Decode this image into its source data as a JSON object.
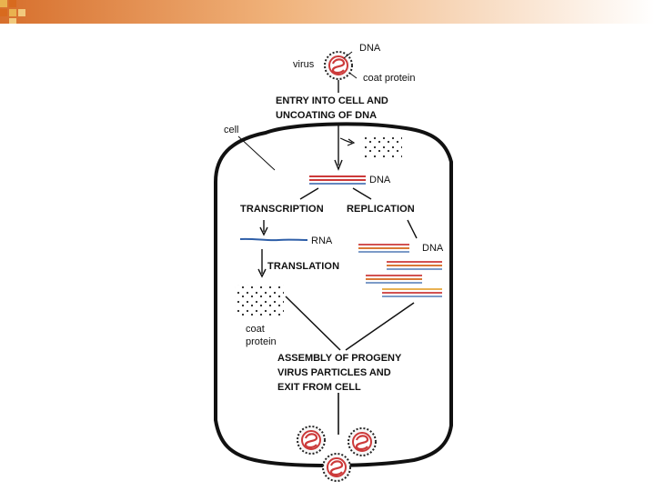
{
  "slide": {
    "accent_colors": {
      "orange": "#d4651a",
      "gold": "#e6a63a",
      "red": "#cc3a3a",
      "blue": "#2f5fa8",
      "black": "#111111"
    }
  },
  "diagram": {
    "virus_labels": {
      "virus": "virus",
      "dna": "DNA",
      "coat_protein": "coat protein"
    },
    "entry_step": {
      "line1": "ENTRY INTO CELL AND",
      "line2": "UNCOATING OF DNA"
    },
    "cell_label": "cell",
    "dna_label": "DNA",
    "transcription_label": "TRANSCRIPTION",
    "replication_label": "REPLICATION",
    "rna_label": "RNA",
    "translation_label": "TRANSLATION",
    "replicated_dna_label": "DNA",
    "coat_protein_label_line1": "coat",
    "coat_protein_label_line2": "protein",
    "assembly_step": {
      "line1": "ASSEMBLY OF PROGENY",
      "line2": "VIRUS PARTICLES AND",
      "line3": "EXIT FROM CELL"
    }
  }
}
